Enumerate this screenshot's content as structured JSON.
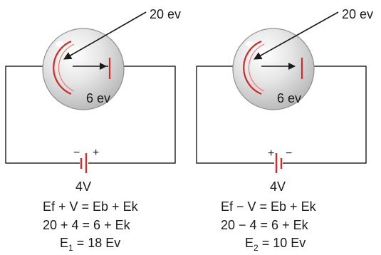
{
  "colors": {
    "wire": "#1a1a1a",
    "electrode": "#d22b2b",
    "bulb_edge": "#9a9a9a",
    "bulb_fill": "#cfcfcf"
  },
  "left": {
    "photon_energy": "20 ev",
    "work_label": "6 ev",
    "battery_left_sign": "−",
    "battery_right_sign": "+",
    "voltage": "4V",
    "eq1": "Ef + V = Eb + Ek",
    "eq2": "20 + 4 = 6 + Ek",
    "eq3_prefix": "E",
    "eq3_sub": "1",
    "eq3_suffix": " = 18 Ev"
  },
  "right": {
    "photon_energy": "20 ev",
    "work_label": "6 ev",
    "battery_left_sign": "+",
    "battery_right_sign": "−",
    "voltage": "4V",
    "eq1": "Ef − V = Eb + Ek",
    "eq2": "20 − 4 = 6 + Ek",
    "eq3_prefix": "E",
    "eq3_sub": "2",
    "eq3_suffix": " = 10 Ev"
  }
}
